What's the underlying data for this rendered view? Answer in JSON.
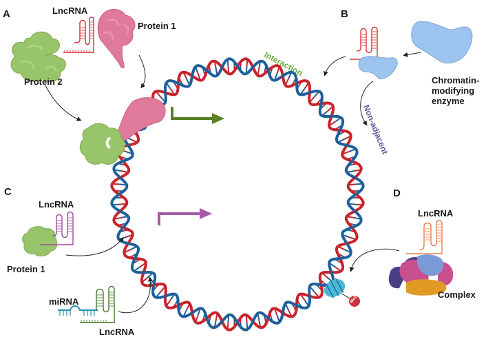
{
  "figure": {
    "panels": {
      "a": {
        "letter": "A",
        "lncrna_label": "LncRNA",
        "protein1_label": "Protein 1",
        "protein2_label": "Protein 2"
      },
      "b": {
        "letter": "B",
        "enzyme_label": "Chromatin-\nmodifying\nenzyme",
        "enzyme_lines": [
          "Chromatin-",
          "modifying",
          "enzyme"
        ],
        "interaction_label": "Interaction",
        "non_adjacent_label": "Non-adjacent"
      },
      "c": {
        "letter": "C",
        "lncrna_label_top": "LncRNA",
        "protein1_label": "Protein 1",
        "mirna_label": "miRNA",
        "lncrna_label_bottom": "LncRNA"
      },
      "d": {
        "letter": "D",
        "lncrna_label": "LncRNA",
        "complex_label": "Complex",
        "histone_mark_label": "Me3"
      }
    },
    "colors": {
      "dna_strand_red": "#c8232c",
      "dna_strand_blue": "#1f5f99",
      "protein_green": "#98c46a",
      "protein_pink": "#e07a9a",
      "enzyme_blue": "#9cc4ef",
      "lncrna_red": "#d9343c",
      "lncrna_purple": "#9a4a9e",
      "lncrna_green": "#3f7a2a",
      "mirna_teal": "#2a8fb0",
      "lncrna_orange": "#ee7a4a",
      "tss_arrow_green": "#5b7f25",
      "tss_arrow_purple": "#a55aa8",
      "interaction_text": "#6aae3e",
      "non_adjacent_text": "#5a5a9e",
      "nucleosome": "#4ab8d8",
      "methyl_mark": "#c8323a"
    }
  }
}
